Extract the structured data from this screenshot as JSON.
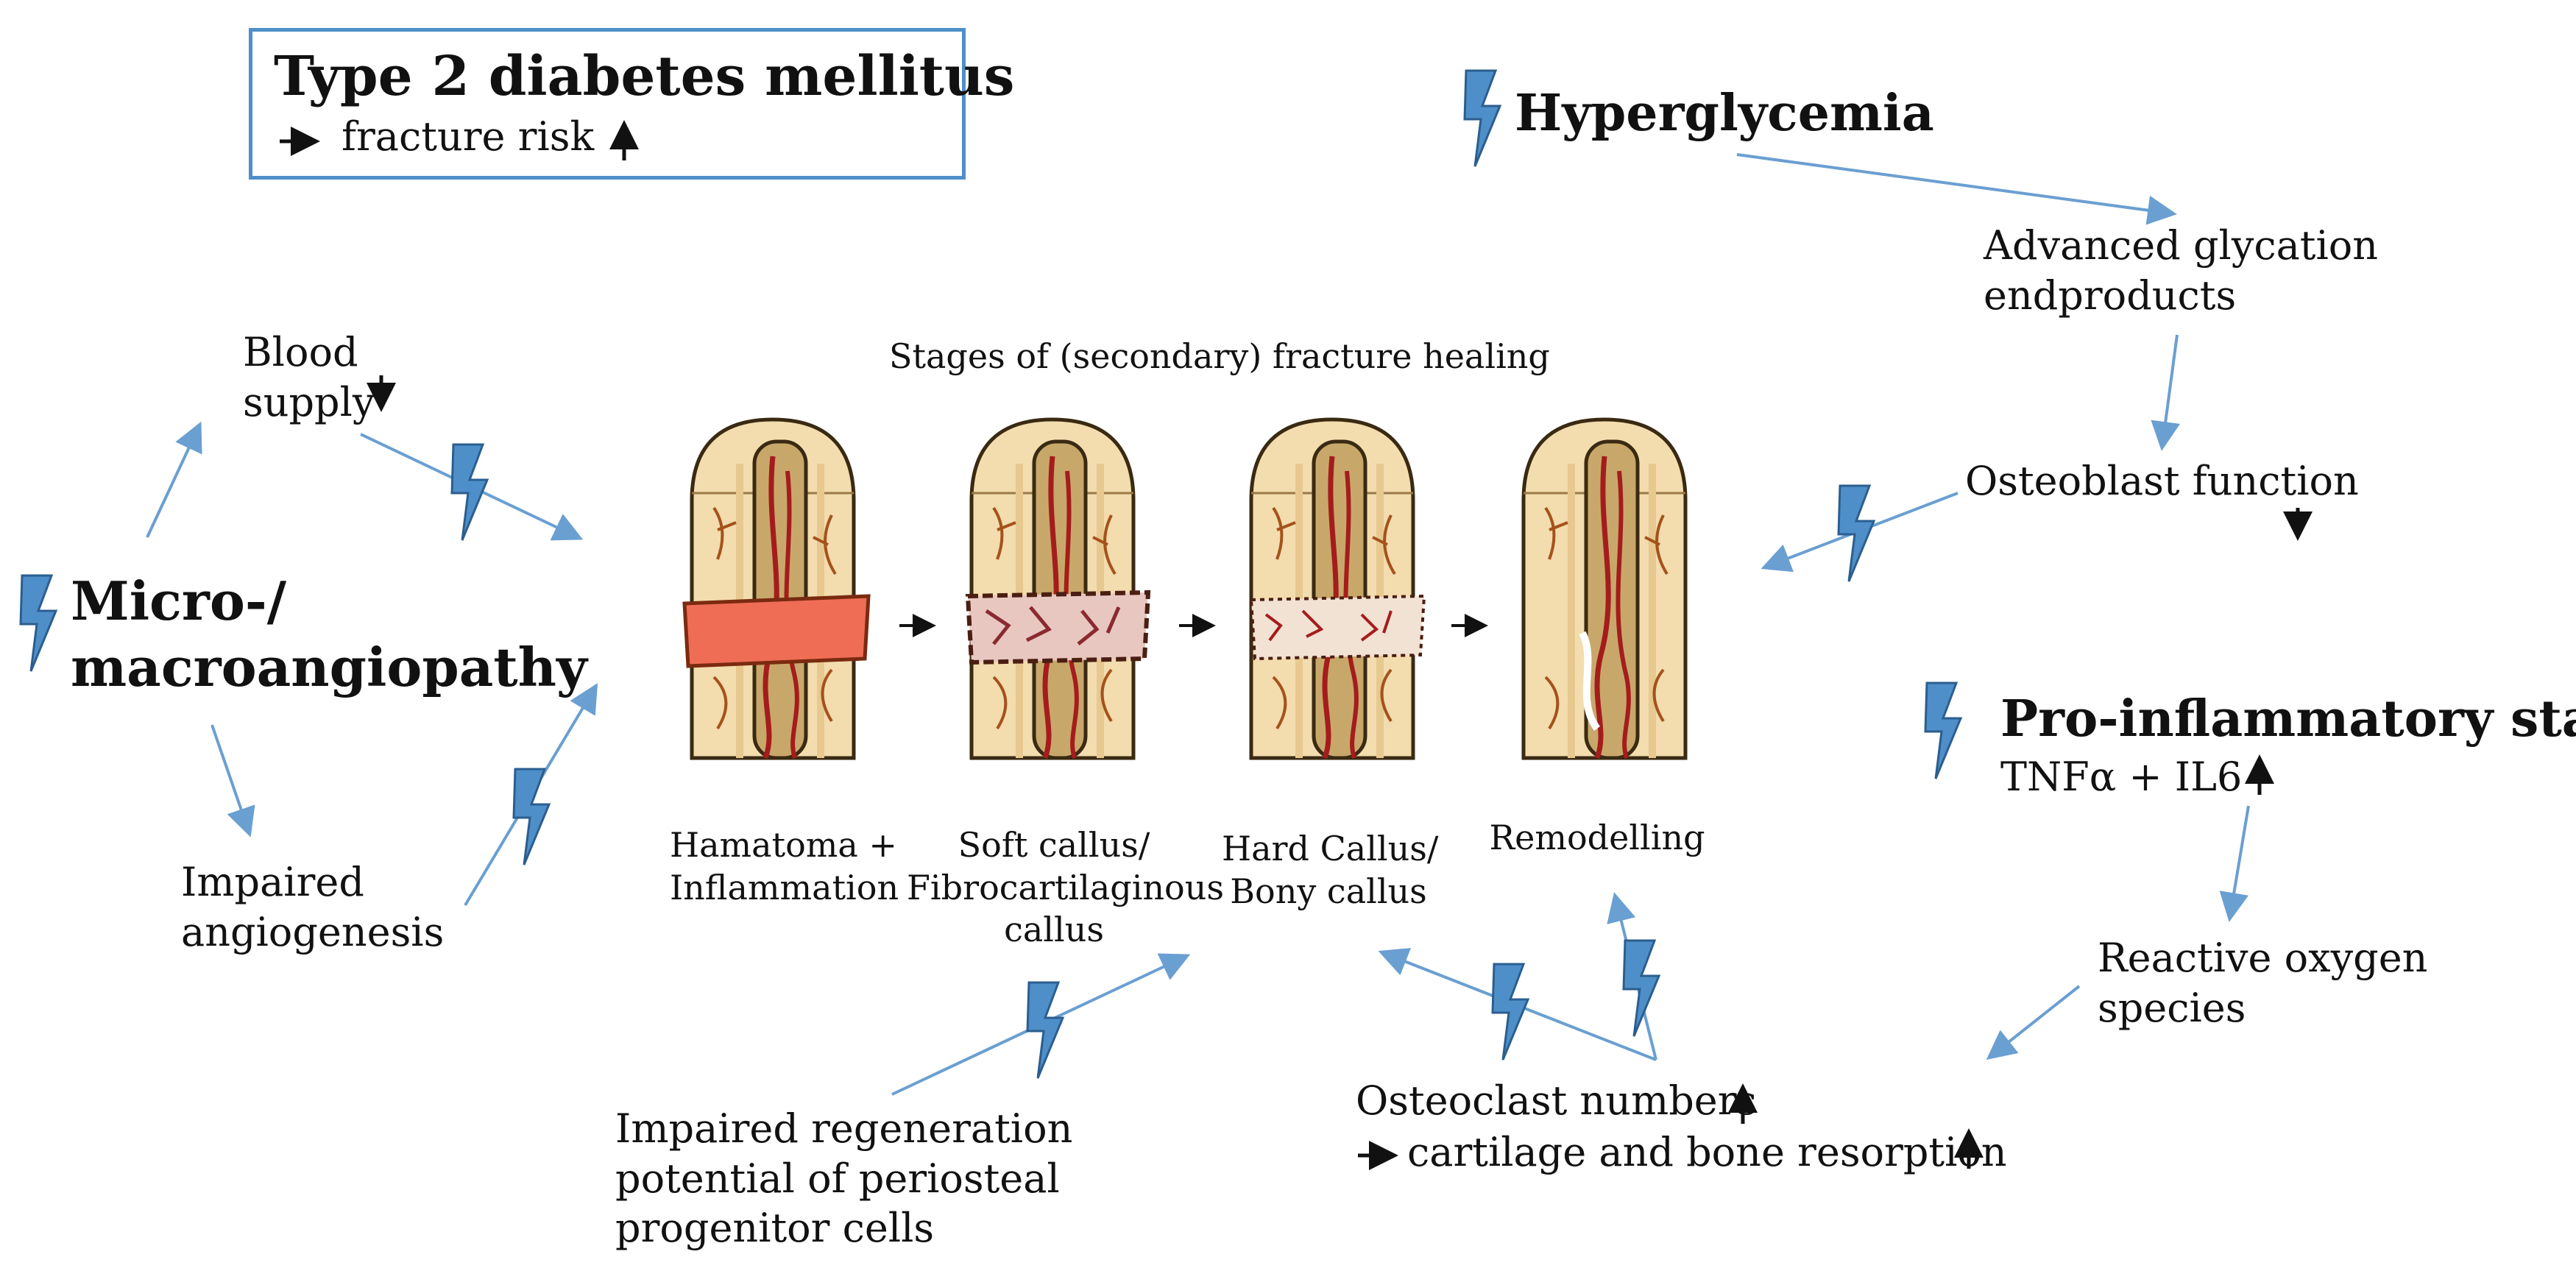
{
  "title": {
    "heading": "Type 2 diabetes mellitus",
    "subtitle": "fracture risk"
  },
  "factors": {
    "hyperglycemia": "Hyperglycemia",
    "age": "Advanced glycation endproducts",
    "age_lines": [
      "Advanced glycation",
      "endproducts"
    ],
    "osteoblast": "Osteoblast function",
    "angiopathy": "Micro-/ macroangiopathy",
    "angiopathy_lines": [
      "Micro-/",
      "macroangiopathy"
    ],
    "blood_supply": "Blood supply",
    "blood_supply_lines": [
      "Blood",
      "supply"
    ],
    "impaired_angiogenesis": "Impaired angiogenesis",
    "impaired_angiogenesis_lines": [
      "Impaired",
      "angiogenesis"
    ],
    "inflammation": "Pro-inflammatory state",
    "cytokines": "TNFα + IL6",
    "ros": "Reactive oxygen species",
    "ros_lines": [
      "Reactive oxygen",
      "species"
    ],
    "periosteal": "Impaired regeneration potential of periosteal progenitor cells",
    "periosteal_lines": [
      "Impaired regeneration",
      "potential of periosteal",
      "progenitor cells"
    ],
    "osteoclast_1": "Osteoclast numbers",
    "osteoclast_2": "cartilage and bone resorption"
  },
  "stages": {
    "header": "Stages of (secondary) fracture healing",
    "items": [
      {
        "label": "Hamatoma + Inflammation",
        "lines": [
          "Hamatoma +",
          "Inflammation"
        ]
      },
      {
        "label": "Soft callus/ Fibrocartilaginous callus",
        "lines": [
          "Soft callus/",
          "Fibrocartilaginous",
          "callus"
        ]
      },
      {
        "label": "Hard Callus/ Bony callus",
        "lines": [
          "Hard Callus/",
          "Bony callus"
        ]
      },
      {
        "label": "Remodelling",
        "lines": [
          "Remodelling"
        ]
      }
    ]
  },
  "colors": {
    "arrow": "#6a9fd1",
    "bolt": "#4f8fc9",
    "bolt_dark": "#2b5e8f",
    "bone": "#f3dcae",
    "marrow": "#c8a86a",
    "vessel": "#a51c1c",
    "hematoma": "#ef6d55"
  },
  "icons": [
    "lightning-bolt-icon",
    "up-arrow-icon",
    "down-arrow-icon",
    "right-arrow-icon"
  ]
}
